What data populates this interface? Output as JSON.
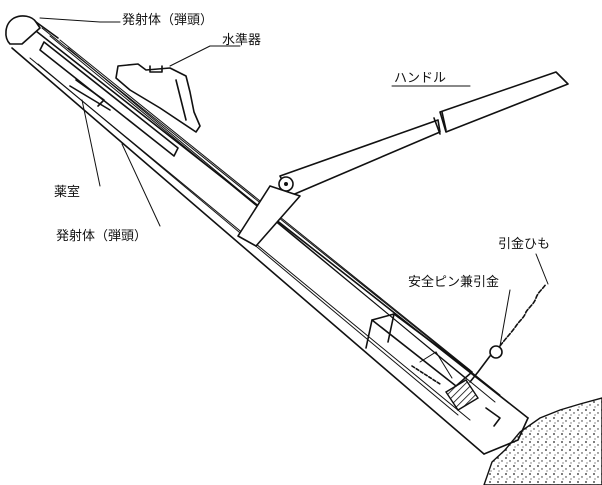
{
  "labels": {
    "projectile_top": "発射体（弾頭）",
    "level": "水準器",
    "handle": "ハンドル",
    "powder_chamber": "薬室",
    "projectile_side": "発射体（弾頭）",
    "pull_cord": "引金ひも",
    "safety_pin": "安全ピン兼引金"
  }
}
